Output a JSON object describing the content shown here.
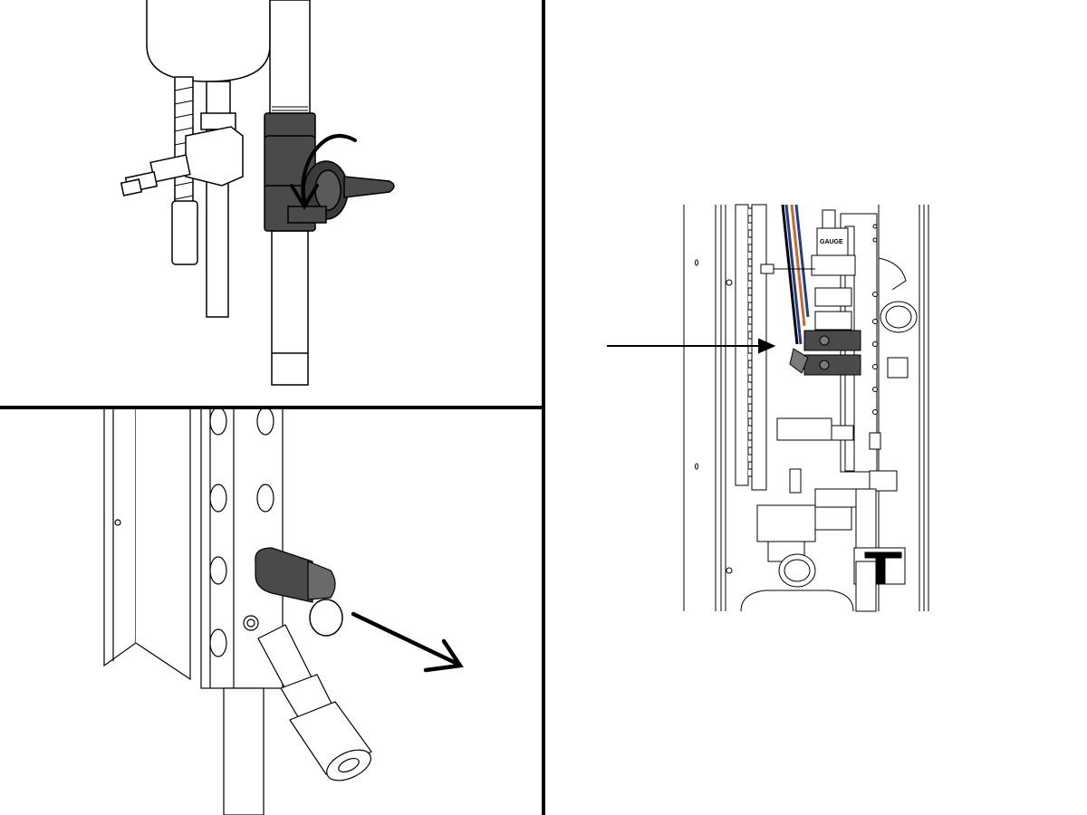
{
  "panels": {
    "top_left": {
      "subject": "ball-valve"
    },
    "bottom_left": {
      "subject": "quick-connect-coupling"
    },
    "right": {
      "subject": "equipment-panel-overview"
    }
  },
  "labels": {
    "gauge": "GAUGE"
  },
  "colors": {
    "line": "#000000",
    "dark_part": "#4a4a4a",
    "mid_part": "#7a7a7a",
    "light_part": "#ffffff",
    "hose_orange": "#d2691e",
    "hose_blue": "#1f3a93",
    "divider": "#000000"
  },
  "icons": {
    "rotate_arrow": "curved-arrow-icon",
    "pull_arrow": "arrow-down-right-icon",
    "pointer_arrow": "arrow-right-icon"
  }
}
